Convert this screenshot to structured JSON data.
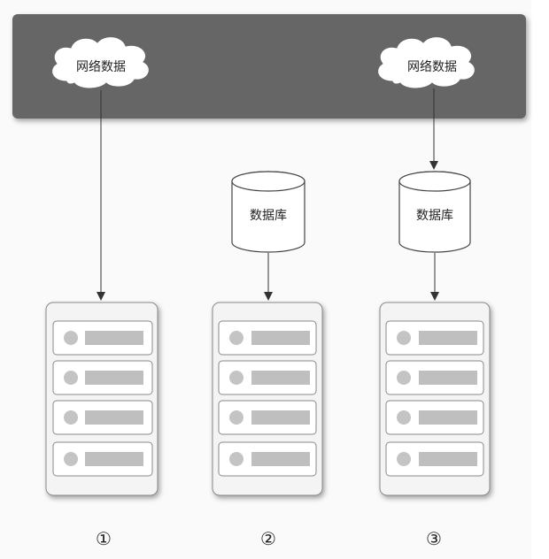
{
  "network": {
    "left_cloud_label": "网络数据",
    "right_cloud_label": "网络数据"
  },
  "databases": {
    "db2_label": "数据库",
    "db3_label": "数据库"
  },
  "steps": {
    "step1": "①",
    "step2": "②",
    "step3": "③"
  },
  "colors": {
    "network_band": "#666666",
    "server_fill": "#f4f4f4",
    "slot_bar": "#bfbfbf",
    "slot_dot": "#c4c4c4"
  }
}
